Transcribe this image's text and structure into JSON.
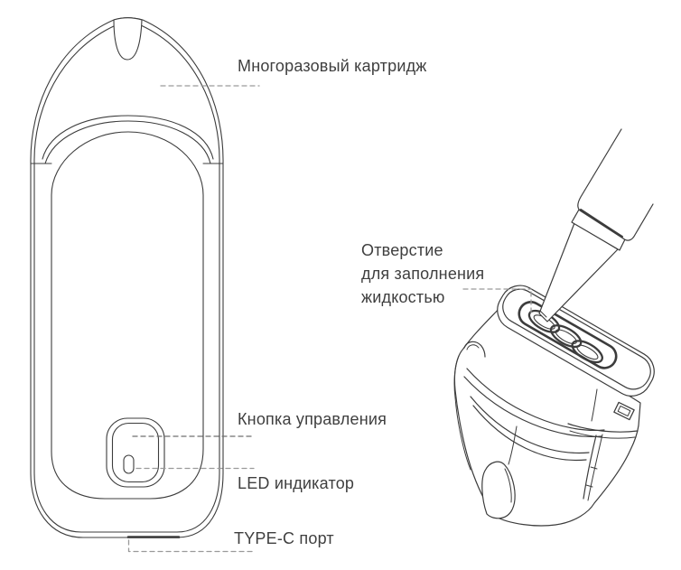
{
  "diagram": {
    "background": "#ffffff",
    "line_color": "#3c3c3c",
    "callout_line_color": "#9a9a9a",
    "text_color": "#3f3f3f",
    "views": {
      "left": "device-front-view",
      "right": "cartridge-fill-view"
    },
    "callouts": {
      "cartridge": "Многоразовый картридж",
      "fill_hole": [
        "Отверстие",
        "для заполнения",
        "жидкостью"
      ],
      "control_button": "Кнопка управления",
      "led_indicator": "LED индикатор",
      "type_c_port": "TYPE-C порт"
    }
  }
}
